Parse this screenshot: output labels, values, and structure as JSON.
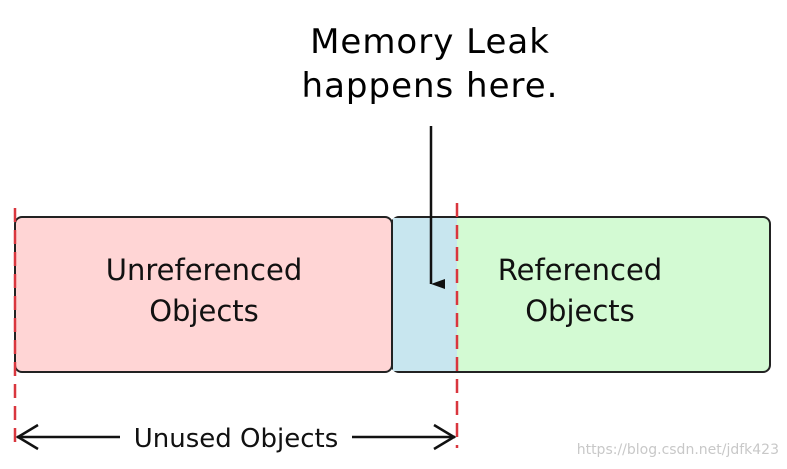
{
  "callout": {
    "line1": "Memory Leak",
    "line2": "happens here."
  },
  "regions": {
    "unreferenced": {
      "line1": "Unreferenced",
      "line2": "Objects",
      "fill": "#ffd5d5"
    },
    "leak": {
      "fill": "#c8e6ef"
    },
    "referenced": {
      "line1": "Referenced",
      "line2": "Objects",
      "fill": "#d3fad3"
    }
  },
  "span": {
    "label": "Unused Objects"
  },
  "colors": {
    "boundary": "#d9363e",
    "outline": "#222222"
  },
  "watermark": "https://blog.csdn.net/jdfk423"
}
